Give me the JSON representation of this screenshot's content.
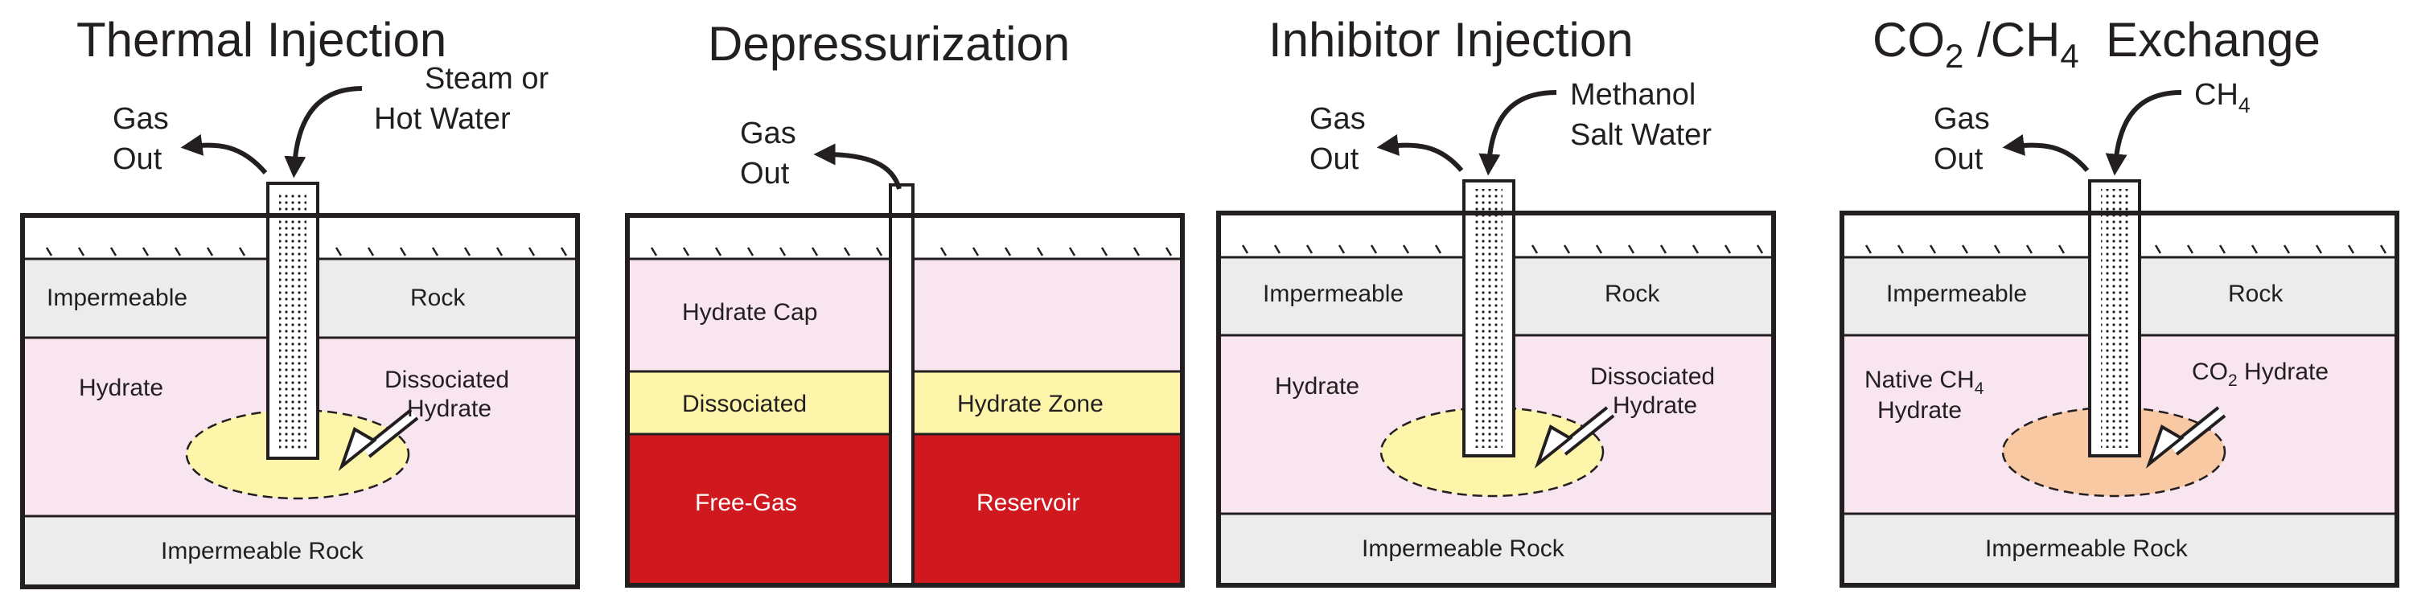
{
  "colors": {
    "outline": "#231f20",
    "rock": "#ececec",
    "hydrate": "#f9e5ef",
    "dissociated": "#fdf5a9",
    "free_gas": "#d0181f",
    "co2_zone": "#f8c9a3"
  },
  "panels": [
    {
      "title": "Thermal Injection",
      "gas_out": [
        "Gas",
        "Out"
      ],
      "input": [
        "Steam or",
        "Hot Water"
      ],
      "layers": {
        "cap_left": "Impermeable",
        "cap_right": "Rock",
        "hydrate": "Hydrate",
        "zone": [
          "Dissociated",
          "Hydrate"
        ],
        "base": "Impermeable Rock"
      }
    },
    {
      "title": "Depressurization",
      "gas_out": [
        "Gas",
        "Out"
      ],
      "layers": {
        "cap": "Hydrate Cap",
        "dissociated_left": "Dissociated",
        "dissociated_right": "Hydrate Zone",
        "gas_left": "Free-Gas",
        "gas_right": "Reservoir"
      }
    },
    {
      "title": "Inhibitor Injection",
      "gas_out": [
        "Gas",
        "Out"
      ],
      "input": [
        "Methanol",
        "Salt Water"
      ],
      "layers": {
        "cap_left": "Impermeable",
        "cap_right": "Rock",
        "hydrate": "Hydrate",
        "zone": [
          "Dissociated",
          "Hydrate"
        ],
        "base": "Impermeable Rock"
      }
    },
    {
      "title_main": "CO",
      "title_sub1": "2",
      "title_mid": " /CH",
      "title_sub2": "4",
      "title_end": "  Exchange",
      "gas_out": [
        "Gas",
        "Out"
      ],
      "input_main": "CH",
      "input_sub": "4",
      "layers": {
        "cap_left": "Impermeable",
        "cap_right": "Rock",
        "native_main": "Native CH",
        "native_sub": "4",
        "native_line2": "Hydrate",
        "co2_main": "CO",
        "co2_sub": "2",
        "co2_end": " Hydrate",
        "base": "Impermeable Rock"
      }
    }
  ]
}
